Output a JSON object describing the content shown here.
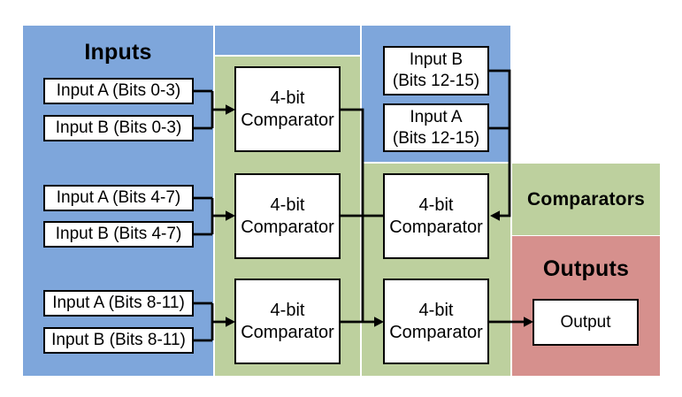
{
  "regions": {
    "inputs": {
      "label": "Inputs",
      "color": "#7ea6db"
    },
    "comparators": {
      "label": "Comparators",
      "color": "#bdd09e"
    },
    "outputs": {
      "label": "Outputs",
      "color": "#d6908d"
    }
  },
  "input_boxes": [
    {
      "label": "Input A (Bits 0-3)"
    },
    {
      "label": "Input B (Bits 0-3)"
    },
    {
      "label": "Input A (Bits 4-7)"
    },
    {
      "label": "Input B (Bits 4-7)"
    },
    {
      "label": "Input A (Bits 8-11)"
    },
    {
      "label": "Input B (Bits 8-11)"
    }
  ],
  "input_boxes_12_15": [
    {
      "line1": "Input B",
      "line2": "(Bits 12-15)"
    },
    {
      "line1": "Input A",
      "line2": "(Bits 12-15)"
    }
  ],
  "comparator_boxes": [
    {
      "line1": "4-bit",
      "line2": "Comparator"
    },
    {
      "line1": "4-bit",
      "line2": "Comparator"
    },
    {
      "line1": "4-bit",
      "line2": "Comparator"
    },
    {
      "line1": "4-bit",
      "line2": "Comparator"
    },
    {
      "line1": "4-bit",
      "line2": "Comparator"
    }
  ],
  "output_box": {
    "label": "Output"
  },
  "connections": [
    {
      "from": "Input A/B (Bits 0-3)",
      "to": "4-bit Comparator (top, middle column)"
    },
    {
      "from": "Input A/B (Bits 4-7)",
      "to": "4-bit Comparator (middle, middle column)"
    },
    {
      "from": "Input A/B (Bits 8-11)",
      "to": "4-bit Comparator (bottom, middle column)"
    },
    {
      "from": "Input A/B (Bits 12-15)",
      "to": "4-bit Comparator (middle, right column)"
    },
    {
      "from": "4-bit Comparator (top, middle column)",
      "to": "bus toward bottom-right comparator"
    },
    {
      "from": "4-bit Comparator (middle, middle column)",
      "to": "4-bit Comparator (middle, right column)"
    },
    {
      "from": "4-bit Comparator (bottom, middle column)",
      "to": "4-bit Comparator (bottom, right column)"
    },
    {
      "from": "4-bit Comparator (bottom, right column)",
      "to": "Output"
    }
  ]
}
